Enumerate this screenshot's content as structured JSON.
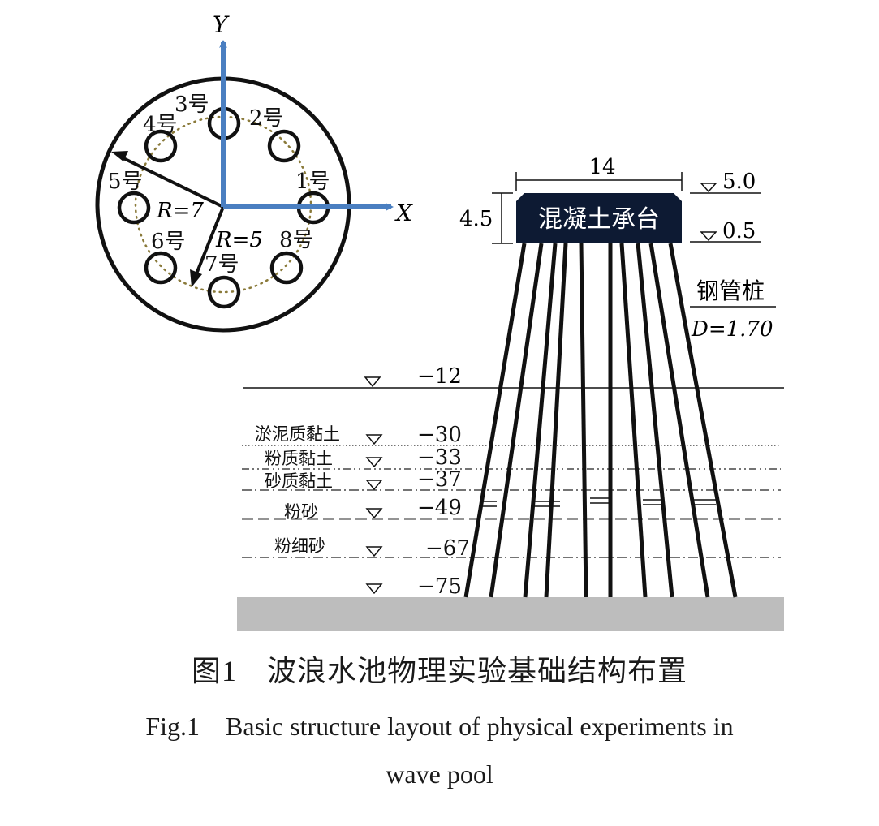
{
  "plan_view": {
    "axis_x_label": "X",
    "axis_y_label": "Y",
    "radius_outer_label": "R=7",
    "radius_inner_label": "R=5",
    "piles": [
      {
        "label": "1号"
      },
      {
        "label": "2号"
      },
      {
        "label": "3号"
      },
      {
        "label": "4号"
      },
      {
        "label": "5号"
      },
      {
        "label": "6号"
      },
      {
        "label": "7号"
      },
      {
        "label": "8号"
      }
    ],
    "colors": {
      "axis": "#4a7fc1",
      "line": "#111111",
      "dotted_circle": "#8a7a3a"
    }
  },
  "elevation": {
    "cap_label": "混凝土承台",
    "cap_width": "14",
    "cap_height": "4.5",
    "top_level": "5.0",
    "bottom_level": "0.5",
    "pile_type": "钢管桩",
    "pile_diameter": "D=1.70",
    "water_level": "−12",
    "colors": {
      "cap_fill": "#0d1a33",
      "cap_text": "#ffffff",
      "ground": "#bdbdbd"
    },
    "soil_layers": [
      {
        "name": "淤泥质黏土",
        "level": "−30"
      },
      {
        "name": "粉质黏土",
        "level": "−33"
      },
      {
        "name": "砂质黏土",
        "level": "−37"
      },
      {
        "name": "粉砂",
        "level": "−49"
      },
      {
        "name": "粉细砂",
        "level": "−67"
      },
      {
        "name": "",
        "level": "−75"
      }
    ]
  },
  "caption": {
    "cn": "图1　波浪水池物理实验基础结构布置",
    "en_line1": "Fig.1　Basic structure layout of physical experiments in",
    "en_line2": "wave pool"
  }
}
